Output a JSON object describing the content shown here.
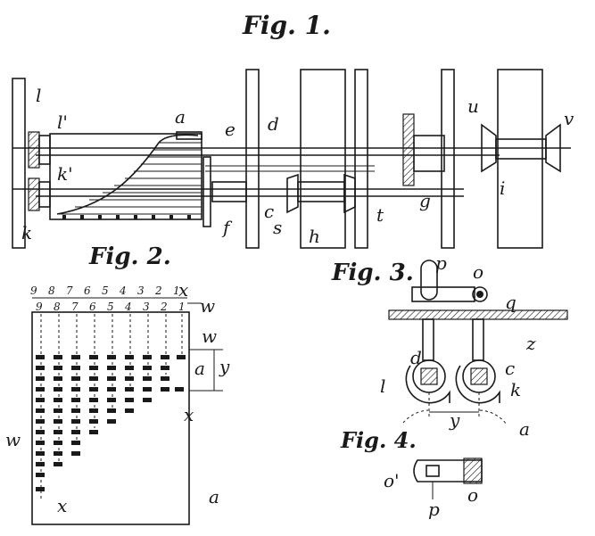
{
  "figures": {
    "fig1": {
      "title": "Fig. 1."
    },
    "fig2": {
      "title": "Fig. 2."
    },
    "fig3": {
      "title": "Fig. 3."
    },
    "fig4": {
      "title": "Fig. 4."
    }
  },
  "fig1_labels": {
    "l": "l",
    "l1": "l'",
    "a": "a",
    "e": "e",
    "d": "d",
    "k1": "k'",
    "k": "k",
    "c": "c",
    "f": "f",
    "s": "s",
    "h": "h",
    "t": "t",
    "g": "g",
    "u": "u",
    "i": "i",
    "v": "v"
  },
  "fig2_labels": {
    "top_row": [
      "9",
      "8",
      "7",
      "6",
      "5",
      "4",
      "3",
      "2",
      "1"
    ],
    "second_row": [
      "9",
      "8",
      "7",
      "6",
      "5",
      "4",
      "3",
      "2",
      "1"
    ],
    "x_top": "x",
    "w_top": "w",
    "w_mid": "w",
    "a_mid": "a",
    "y": "y",
    "x_mid": "x",
    "w_left": "w",
    "x_bottom": "x",
    "a_bottom": "a"
  },
  "fig3_labels": {
    "p": "p",
    "o": "o",
    "q": "q",
    "z": "z",
    "d": "d",
    "c": "c",
    "l": "l",
    "k": "k",
    "y": "y",
    "a": "a"
  },
  "fig4_labels": {
    "o1": "o'",
    "o": "o",
    "p": "p"
  },
  "colors": {
    "ink": "#1a1a1a",
    "paper": "#ffffff"
  }
}
